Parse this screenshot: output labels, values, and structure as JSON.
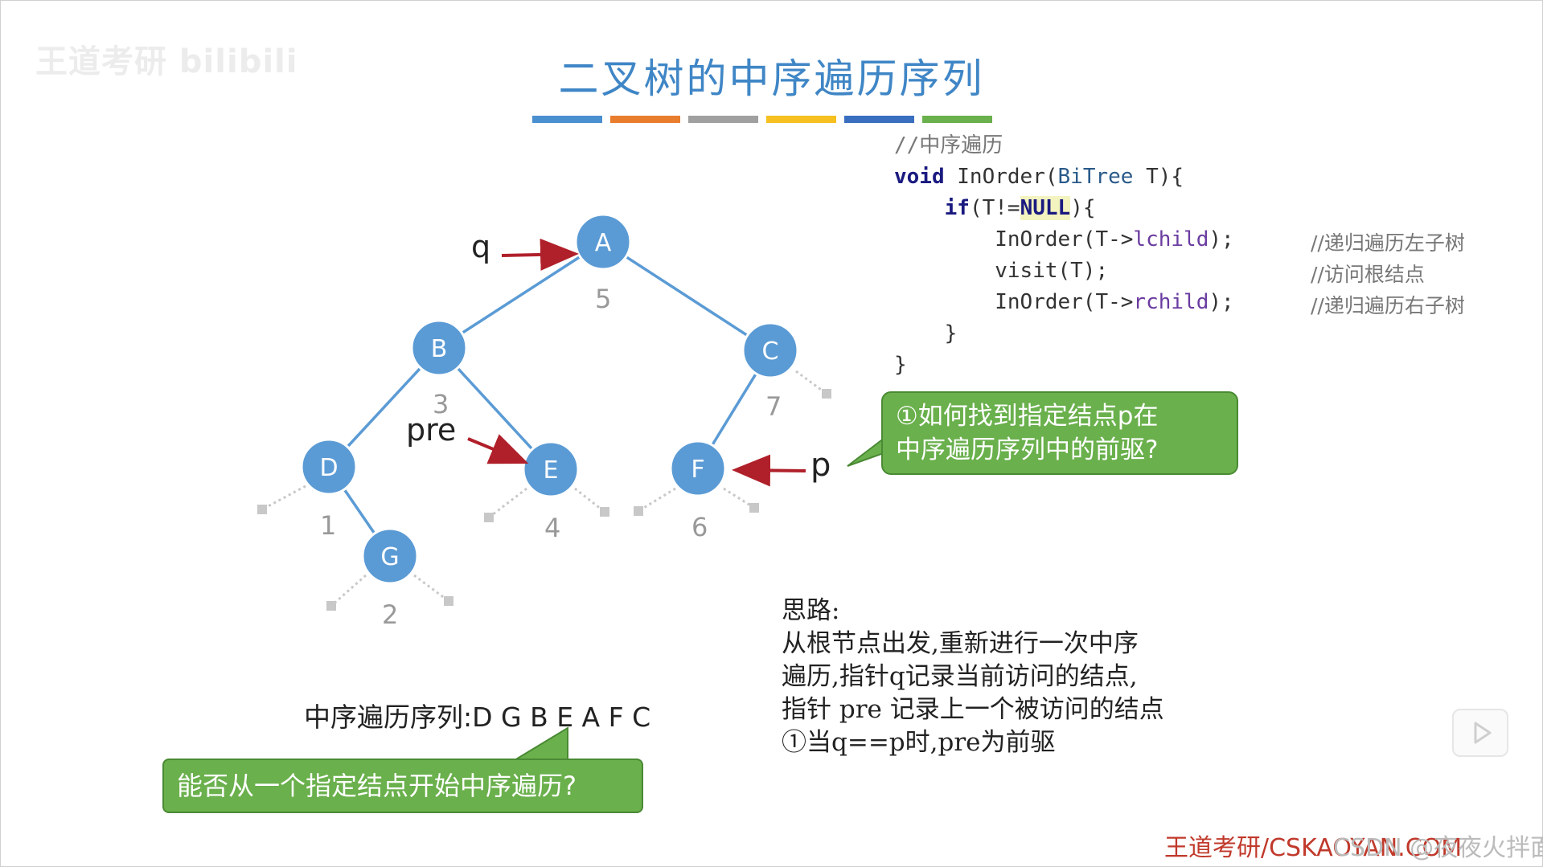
{
  "watermark": "王道考研 bilibili",
  "title": "二叉树的中序遍历序列",
  "color_bars": [
    "#4a8fd0",
    "#e87d2e",
    "#a0a0a0",
    "#f5c020",
    "#3a6fc0",
    "#6ab04c"
  ],
  "code": {
    "comment_header": "//中序遍历",
    "sig_void": "void",
    "sig_fn": " InOrder(",
    "sig_type": "BiTree",
    "sig_end": " T){",
    "if_kw": "if",
    "if_open": "(T!=",
    "if_null": "NULL",
    "if_close": "){",
    "call1_pre": "InOrder(T->",
    "call1_field": "lchild",
    "call1_post": ");",
    "visit": "visit(T);",
    "call2_pre": "InOrder(T->",
    "call2_field": "rchild",
    "call2_post": ");",
    "close_inner": "}",
    "close_outer": "}",
    "comment1": "//递归遍历左子树",
    "comment2": "//访问根结点",
    "comment3": "//递归遍历右子树"
  },
  "tree": {
    "nodes": [
      {
        "id": "A",
        "label": "A",
        "order": "5"
      },
      {
        "id": "B",
        "label": "B",
        "order": "3"
      },
      {
        "id": "C",
        "label": "C",
        "order": "7"
      },
      {
        "id": "D",
        "label": "D",
        "order": "1"
      },
      {
        "id": "E",
        "label": "E",
        "order": "4"
      },
      {
        "id": "F",
        "label": "F",
        "order": "6"
      },
      {
        "id": "G",
        "label": "G",
        "order": "2"
      }
    ],
    "edges": [
      [
        "A",
        "B"
      ],
      [
        "A",
        "C"
      ],
      [
        "B",
        "D"
      ],
      [
        "B",
        "E"
      ],
      [
        "C",
        "F"
      ],
      [
        "D",
        "G"
      ]
    ],
    "pointers": {
      "q": "q",
      "pre": "pre",
      "p": "p"
    },
    "node_color": "#5b9bd5",
    "edge_color": "#5b9bd5",
    "arrow_color": "#b0202a"
  },
  "callout_p": {
    "line1": "①如何找到指定结点p在",
    "line2": "中序遍历序列中的前驱?"
  },
  "thought": {
    "heading": "思路:",
    "line1": "从根节点出发,重新进行一次中序",
    "line2": "遍历,指针q记录当前访问的结点,",
    "line3": "指针 pre 记录上一个被访问的结点",
    "line4": "①当q==p时,pre为前驱"
  },
  "sequence": "中序遍历序列:D G B E A F C",
  "callout_bottom": "能否从一个指定结点开始中序遍历?",
  "footer": {
    "main": "王道考研/CSKAOYAN.COM",
    "overlay": "CSDN @夜夜火拌面"
  }
}
